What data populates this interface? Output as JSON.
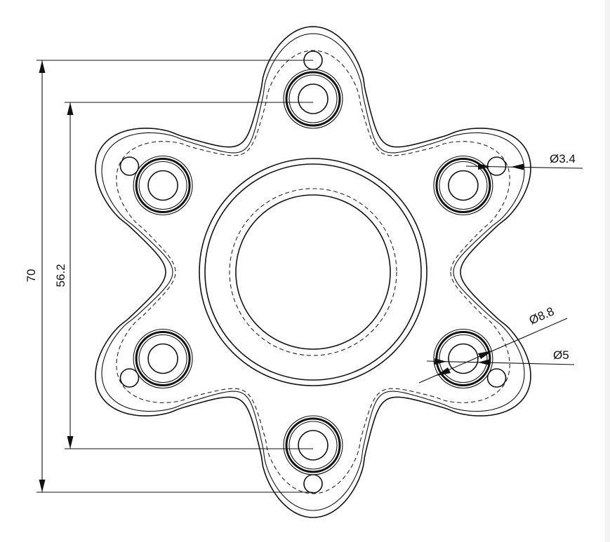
{
  "drawing": {
    "lobe_count": 6,
    "dimensions": {
      "overall_height": "70",
      "bolt_circle_height": "56.2",
      "small_hole_diameter": "Ø3.4",
      "boss_outer_diameter": "Ø8.8",
      "boss_inner_diameter": "Ø5"
    }
  }
}
